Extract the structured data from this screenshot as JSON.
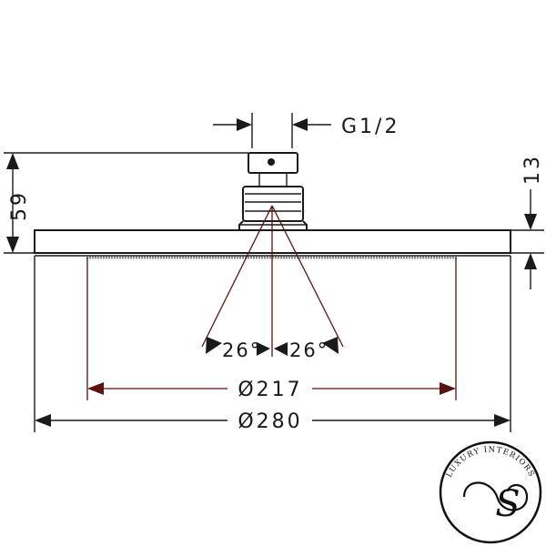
{
  "labels": {
    "thread": "G1/2",
    "height_total": "59",
    "height_plate": "13",
    "angle_left": "26°",
    "angle_right": "26°",
    "dia_inner": "Ø217",
    "dia_outer": "Ø280"
  },
  "logo": {
    "text": "LUXURY INTERIORS",
    "monogram": "S"
  }
}
